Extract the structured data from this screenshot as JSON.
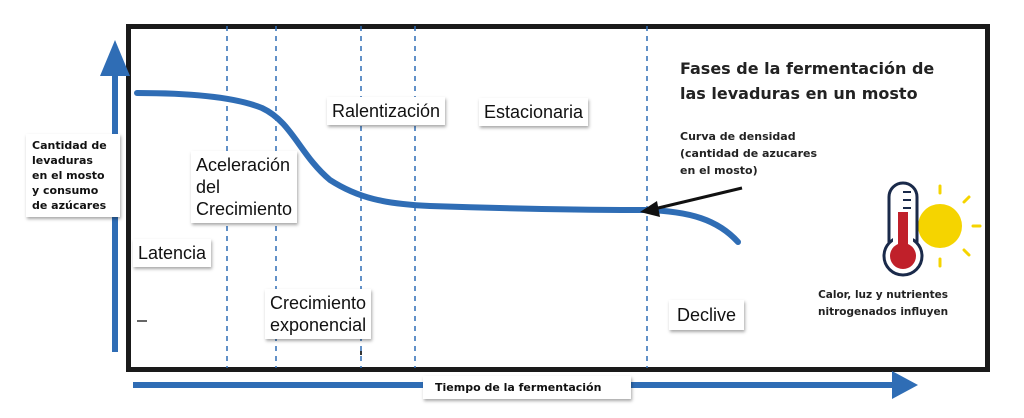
{
  "title": {
    "line1": "Fases de la fermentación  de",
    "line2": "las levaduras en un mosto"
  },
  "y_axis_label": [
    "Cantidad de",
    "levaduras",
    "en el mosto",
    "y consumo",
    "de azúcares"
  ],
  "x_axis_label": "Tiempo de la fermentación",
  "phases": {
    "latencia": "Latencia",
    "aceleracion": [
      "Aceleración",
      "del",
      "Crecimiento"
    ],
    "exponencial": [
      "Crecimiento",
      "exponencial"
    ],
    "ralentizacion": "Ralentización",
    "estacionaria": "Estacionaria",
    "declive": "Declive"
  },
  "curve_note": [
    "Curva de densidad",
    "(cantidad  de azucares",
    "en el mosto)"
  ],
  "factors_note": [
    "Calor,  luz y nutrientes",
    "nitrogenados   influyen"
  ],
  "icons": [
    "thermometer-icon",
    "sun-icon"
  ],
  "colors": {
    "axis": "#2f6db5",
    "curve": "#2f6db5",
    "dashed": "#2f6db5",
    "thermometer": "#c0202a",
    "sun": "#f5d400"
  }
}
